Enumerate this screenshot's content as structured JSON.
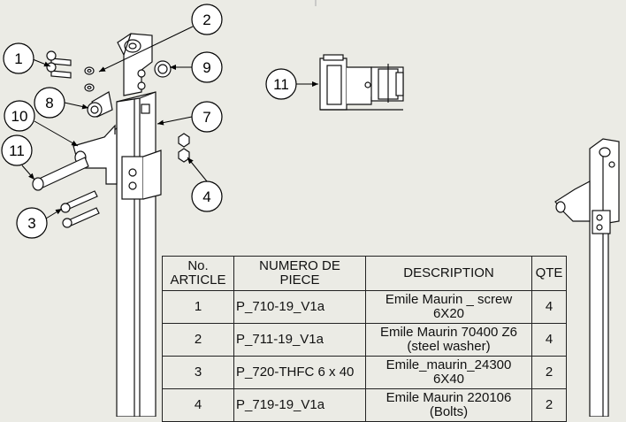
{
  "balloons": [
    {
      "id": "balloon-1",
      "label": "1"
    },
    {
      "id": "balloon-2",
      "label": "2"
    },
    {
      "id": "balloon-9",
      "label": "9"
    },
    {
      "id": "balloon-8",
      "label": "8"
    },
    {
      "id": "balloon-10",
      "label": "10"
    },
    {
      "id": "balloon-7",
      "label": "7"
    },
    {
      "id": "balloon-11-left",
      "label": "11"
    },
    {
      "id": "balloon-4",
      "label": "4"
    },
    {
      "id": "balloon-3",
      "label": "3"
    },
    {
      "id": "balloon-11-detail",
      "label": "11"
    }
  ],
  "bom": {
    "headers": {
      "article": [
        "No.",
        "ARTICLE"
      ],
      "part_number": [
        "NUMERO DE",
        "PIECE"
      ],
      "description": "DESCRIPTION",
      "qty": "QTE"
    },
    "rows": [
      {
        "article": "1",
        "part_number": "P_710-19_V1a",
        "description": [
          "Emile Maurin _ screw",
          "6X20"
        ],
        "qty": "4"
      },
      {
        "article": "2",
        "part_number": "P_711-19_V1a",
        "description": [
          "Emile Maurin  70400 Z6",
          "(steel washer)"
        ],
        "qty": "4"
      },
      {
        "article": "3",
        "part_number": "P_720-THFC 6 x 40",
        "description": [
          "Emile_maurin_24300",
          "6X40"
        ],
        "qty": "2"
      },
      {
        "article": "4",
        "part_number": "P_719-19_V1a",
        "description": [
          "Emile Maurin 220106",
          "(Bolts)"
        ],
        "qty": "2"
      }
    ]
  }
}
